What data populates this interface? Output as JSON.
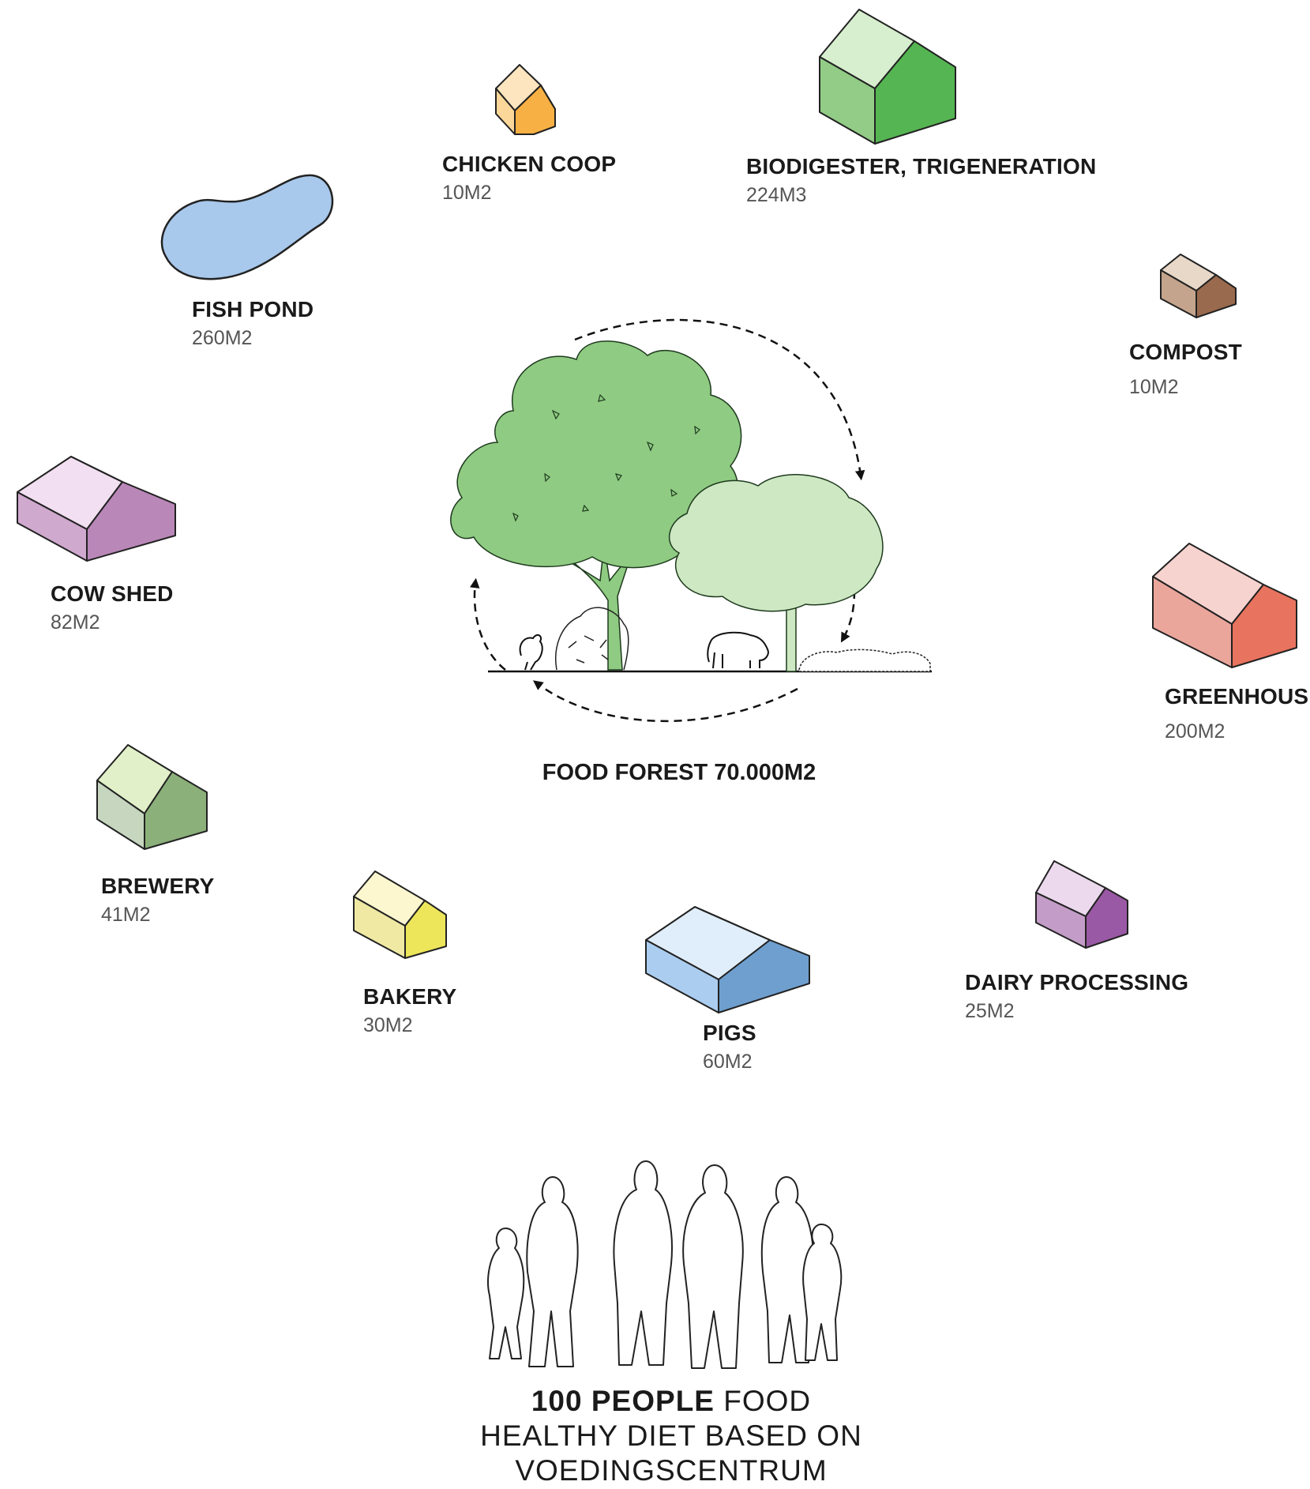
{
  "facilities": {
    "chicken_coop": {
      "name": "CHICKEN COOP",
      "area": "10M2",
      "color_light": "#fde5bf",
      "color_dark": "#f7b043"
    },
    "biodigester": {
      "name": "BIODIGESTER, TRIGENERATION",
      "area": "224M3",
      "color_light": "#cce9c3",
      "color_dark": "#55b552"
    },
    "fish_pond": {
      "name": "FISH POND",
      "area": "260M2",
      "color": "#a8c8ec"
    },
    "compost": {
      "name": "COMPOST",
      "area": "10M2",
      "color_light": "#e8d8c8",
      "color_dark": "#9a6a4e"
    },
    "cow_shed": {
      "name": "COW SHED",
      "area": "82M2",
      "color_light": "#f0d8ef",
      "color_dark": "#b987b8"
    },
    "greenhouse": {
      "name": "GREENHOUSE",
      "area": "200M2",
      "color_light": "#f6c5c0",
      "color_dark": "#e8735e"
    },
    "brewery": {
      "name": "BREWERY",
      "area": "41M2",
      "color_light": "#dbecc2",
      "color_dark": "#8cb07a"
    },
    "bakery": {
      "name": "BAKERY",
      "area": "30M2",
      "color_light": "#fdf7c8",
      "color_dark": "#ede65a"
    },
    "pigs": {
      "name": "PIGS",
      "area": "60M2",
      "color_light": "#d9ebfb",
      "color_dark": "#6e9fcf"
    },
    "dairy": {
      "name": "DAIRY PROCESSING",
      "area": "25M2",
      "color_light": "#ead2ec",
      "color_dark": "#9a59a4"
    }
  },
  "center": {
    "title": "FOOD FOREST 70.000M2",
    "tree_color": "#8fcb82",
    "tree_light": "#cde8c2"
  },
  "people": {
    "count_bold": "100 PEOPLE",
    "line1_rest": " FOOD",
    "line2": "HEALTHY DIET BASED ON",
    "line3": "VOEDINGSCENTRUM"
  }
}
